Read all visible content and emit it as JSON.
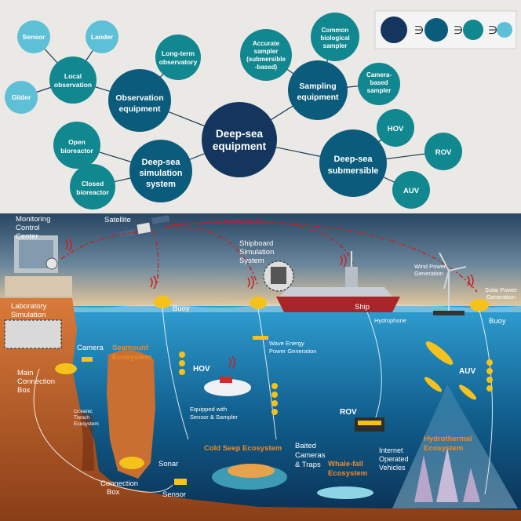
{
  "tree": {
    "root": {
      "line1": "Deep-sea",
      "line2": "equipment"
    },
    "observation": {
      "line1": "Observation",
      "line2": "equipment",
      "long_term": {
        "line1": "Long-term",
        "line2": "observatory"
      },
      "local": {
        "line1": "Local",
        "line2": "observation",
        "sensor": "Sensor",
        "lander": "Lander",
        "glider": "Glider"
      }
    },
    "sampling": {
      "line1": "Sampling",
      "line2": "equipment",
      "accurate": {
        "line1": "Accurate",
        "line2": "sampler",
        "line3": "(submersible",
        "line4": "-based)"
      },
      "common": {
        "line1": "Common",
        "line2": "biological",
        "line3": "sampler"
      },
      "camera": {
        "line1": "Camera-",
        "line2": "based",
        "line3": "sampler"
      }
    },
    "simulation": {
      "line1": "Deep-sea",
      "line2": "simulation",
      "line3": "system",
      "open": {
        "line1": "Open",
        "line2": "bioreactor"
      },
      "closed": {
        "line1": "Closed",
        "line2": "bioreactor"
      }
    },
    "submersible": {
      "line1": "Deep-sea",
      "line2": "submersible",
      "hov": "HOV",
      "rov": "ROV",
      "auv": "AUV"
    }
  },
  "legend": {
    "symbol": "∋"
  },
  "scene": {
    "monitoring": {
      "line1": "Monitoring",
      "line2": "Control",
      "line3": "Center"
    },
    "satellite": "Satellite",
    "shipboard": {
      "line1": "Shipboard",
      "line2": "Simulation",
      "line3": "System"
    },
    "wind": {
      "line1": "Wind Power",
      "line2": "Generation"
    },
    "solar": {
      "line1": "Solar Power",
      "line2": "Generation"
    },
    "lab": {
      "line1": "Laboratory",
      "line2": "Simulation"
    },
    "buoy_left": "Buoy",
    "buoy_right": "Buoy",
    "ship": "Ship",
    "hydrophone": "Hydrophone",
    "wave": {
      "line1": "Wave Energy",
      "line2": "Power Generation"
    },
    "camera": "Camera",
    "seamount": {
      "line1": "Seamount",
      "line2": "Ecosystem"
    },
    "main_box": {
      "line1": "Main",
      "line2": "Connection",
      "line3": "Box"
    },
    "hov": "HOV",
    "equipped": {
      "line1": "Equipped with",
      "line2": "Sensor & Sampler"
    },
    "trench": {
      "line1": "Oceanic",
      "line2": "Trench",
      "line3": "Ecosystem"
    },
    "rov": "ROV",
    "auv": "AUV",
    "sonar": "Sonar",
    "cold_seep": "Cold Seep  Ecosystem",
    "baited": {
      "line1": "Baited",
      "line2": "Cameras",
      "line3": "& Traps"
    },
    "whale": {
      "line1": "Whale-fall",
      "line2": "Ecosystem"
    },
    "internet": {
      "line1": "Internet",
      "line2": "Operated",
      "line3": "Vehicles"
    },
    "hydrothermal": {
      "line1": "Hydrothermal",
      "line2": "Ecosystem"
    },
    "conn_box": {
      "line1": "Connection",
      "line2": "Box"
    },
    "sensor": "Sensor"
  },
  "colors": {
    "level1": "#14365e",
    "level2": "#0b5c7c",
    "level3": "#11878f",
    "level4": "#5ec0d6",
    "orange_label": "#f08a24",
    "signal": "#c8201f"
  }
}
